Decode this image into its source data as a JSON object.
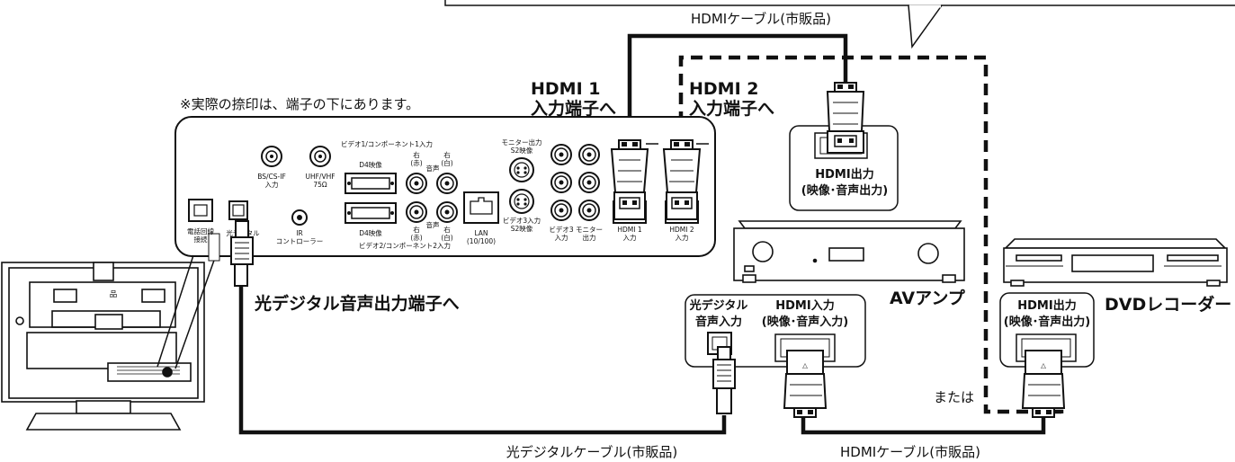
{
  "labels": {
    "top_hdmi_cable": "HDMIケーブル(市販品)",
    "note_marks": "※実際の捺印は、端子の下にあります。",
    "hdmi1_to_line1": "HDMI 1",
    "hdmi1_to_line2": "入力端子へ",
    "hdmi2_to_line1": "HDMI 2",
    "hdmi2_to_line2": "入力端子へ",
    "optical_out_to": "光デジタル音声出力端子へ",
    "av_hdmi_out_line1": "HDMI出力",
    "av_hdmi_out_line2": "(映像･音声出力)",
    "av_amp": "AVアンプ",
    "dvd_recorder": "DVDレコーダー",
    "optical_in_line1": "光デジタル",
    "optical_in_line2": "音声入力",
    "av_hdmi_in_line1": "HDMI入力",
    "av_hdmi_in_line2": "(映像･音声入力)",
    "dvd_hdmi_out_line1": "HDMI出力",
    "dvd_hdmi_out_line2": "(映像･音声出力)",
    "or_label": "または",
    "bottom_optical_cable": "光デジタルケーブル(市販品)",
    "bottom_hdmi_cable": "HDMIケーブル(市販品)"
  },
  "panel": {
    "bs_cs_if": "BS/CS-IF",
    "bs_cs_if_sub": "入力",
    "uhf_vhf": "UHF/VHF",
    "uhf_vhf_sub": "75Ω",
    "video1_component1": "ビデオ1/コンポーネント1入力",
    "d4_video_top": "D4映像",
    "d4_video_bottom": "D4映像",
    "right_red": "右",
    "right_red_sub": "(赤)",
    "audio": "音声",
    "right_white": "右",
    "right_white_sub": "(白)",
    "video2_component2": "ビデオ2/コンポーネント2入力",
    "phone_line": "電話回線",
    "phone_line_sub": "接続",
    "optical": "光デジタル",
    "ir_controller": "IR",
    "ir_controller_sub": "コントローラー",
    "lan": "LAN",
    "lan_sub": "(10/100)",
    "monitor_out": "モニター出力",
    "s2_video_top": "S2映像",
    "video3_input": "ビデオ3入力",
    "s2_video_bottom": "S2映像",
    "video3": "ビデオ3",
    "video3_sub": "入力",
    "monitor": "モニター",
    "monitor_sub": "出力",
    "hdmi1": "HDMI 1",
    "hdmi1_sub": "入力",
    "hdmi2": "HDMI 2",
    "hdmi2_sub": "入力"
  }
}
